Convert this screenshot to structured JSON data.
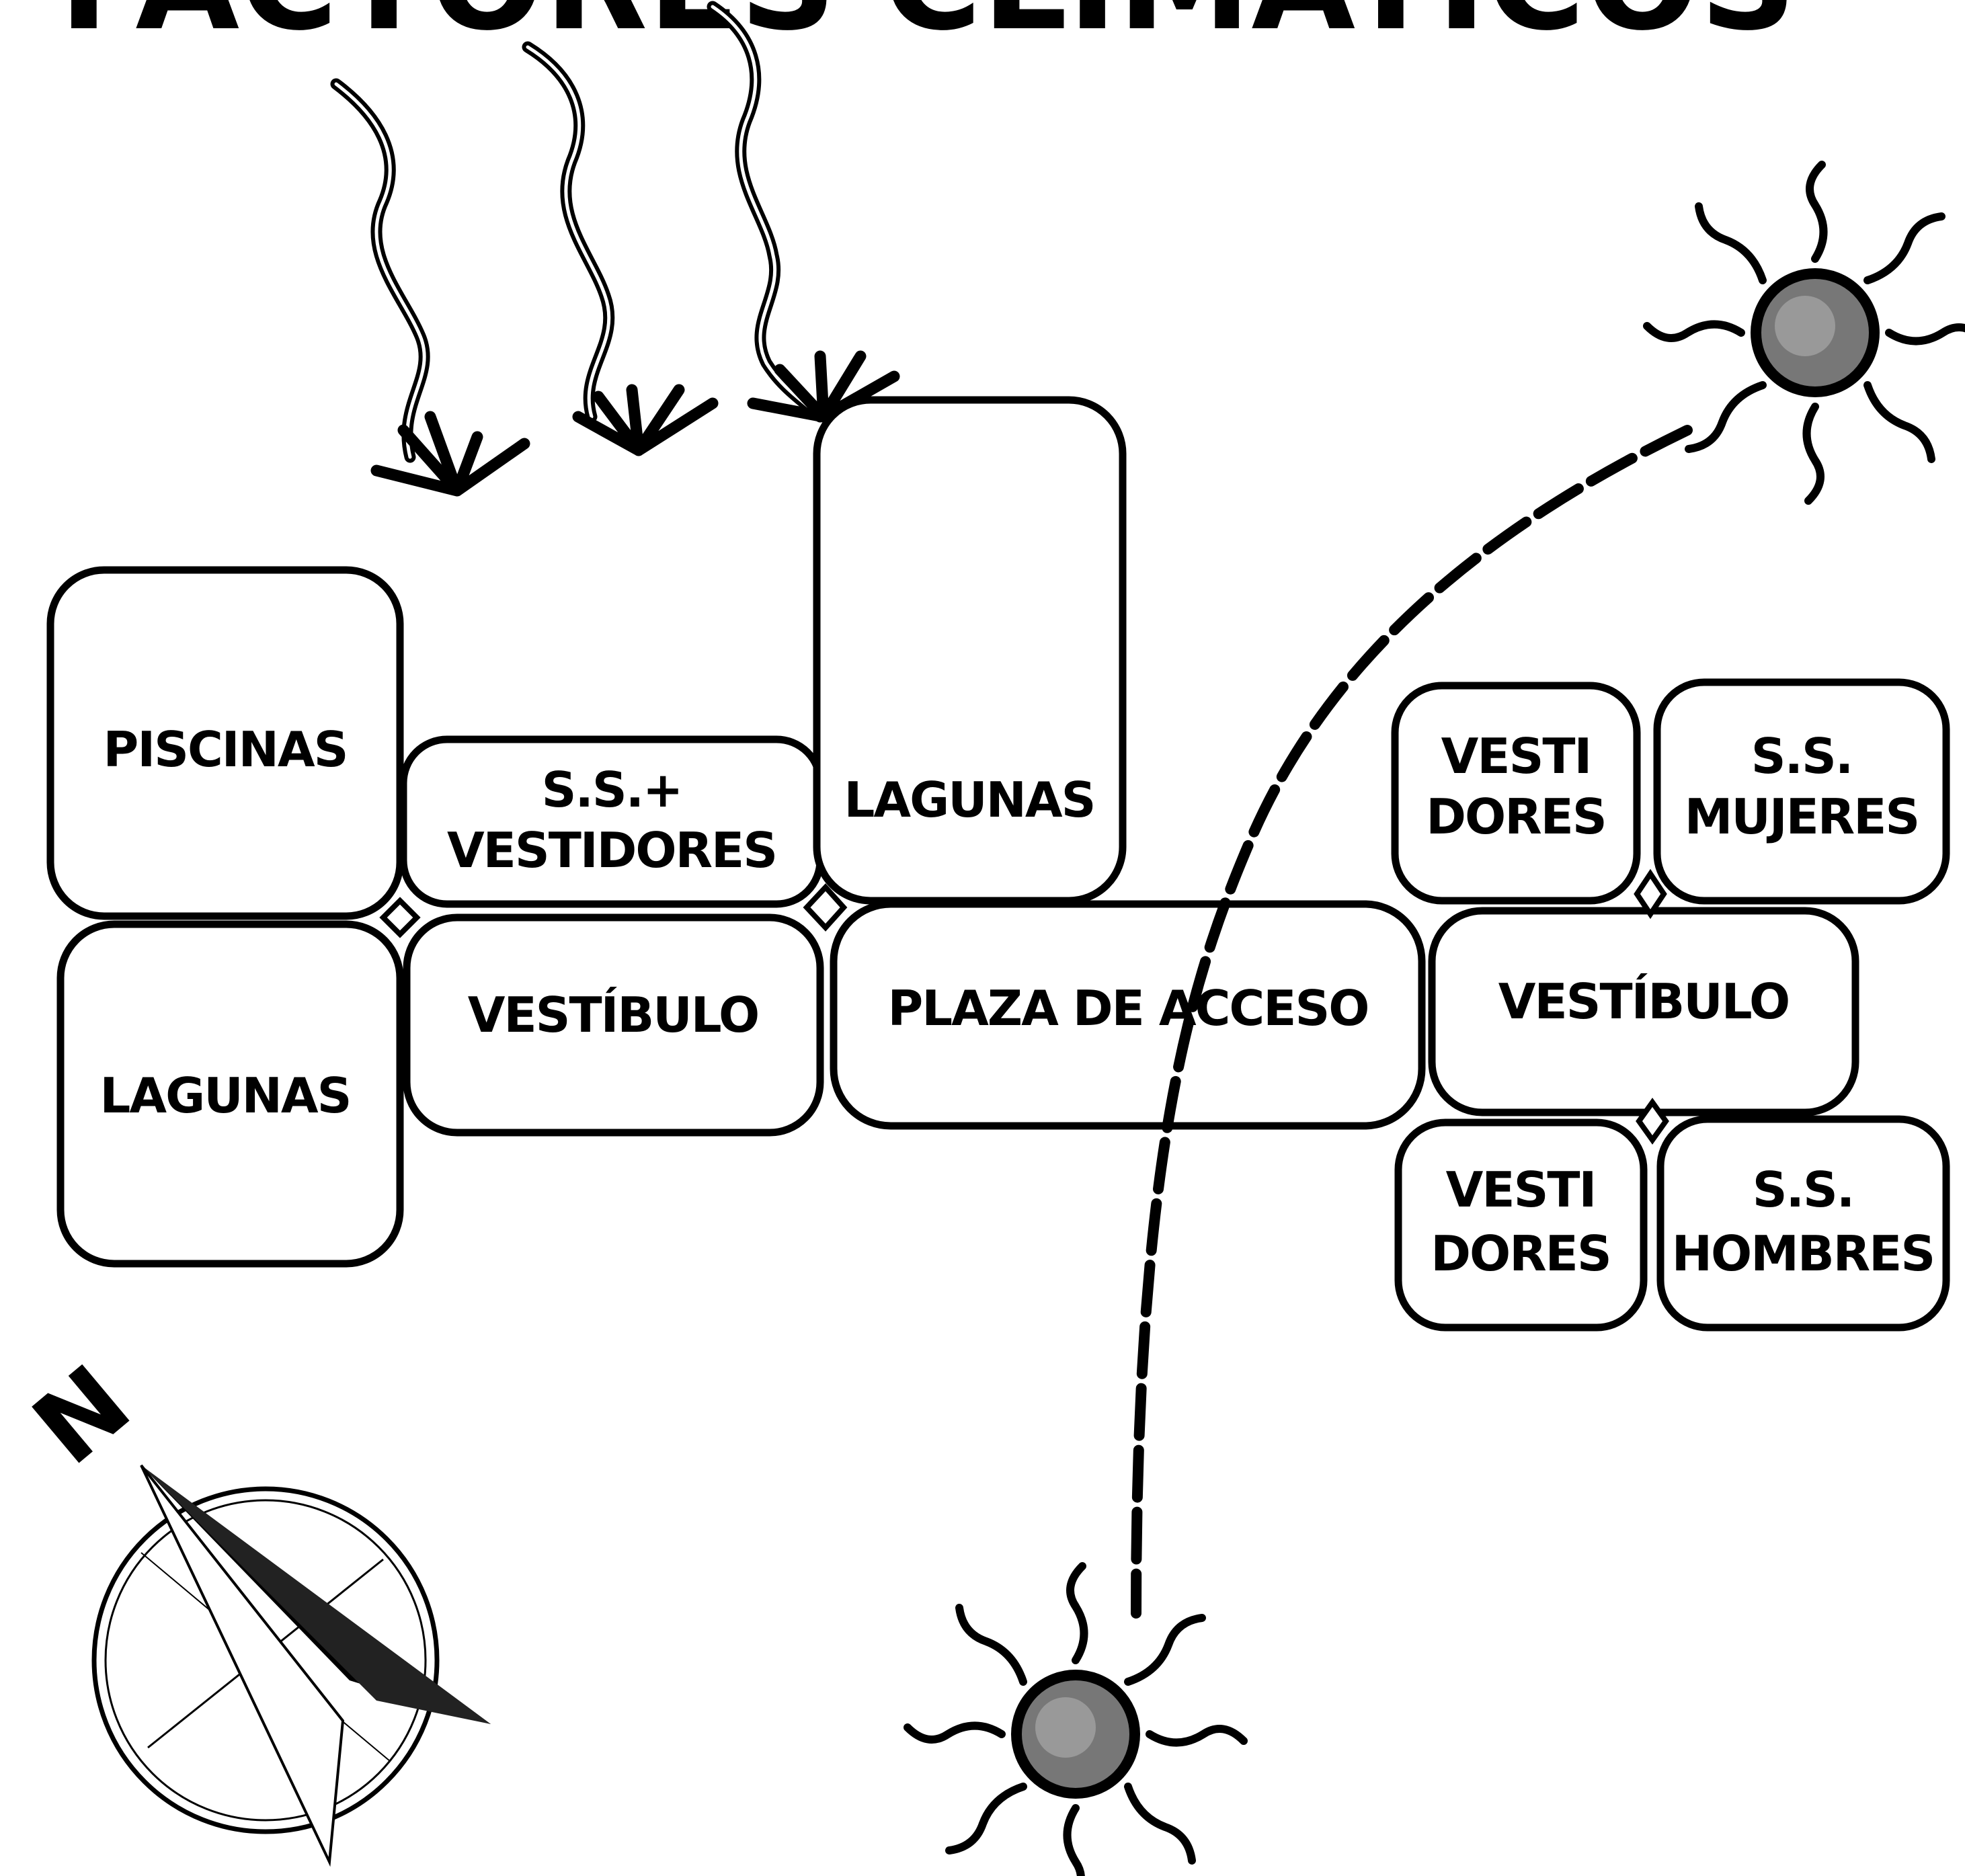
{
  "title": "FACTORES CLIMATICOS",
  "rooms": {
    "piscinas": "PISCINAS",
    "ss_vestidores_l1": "S.S.+",
    "ss_vestidores_l2": "VESTIDORES",
    "lagunas_top": "LAGUNAS",
    "lagunas_left": "LAGUNAS",
    "vestibulo_left": "VESTÍBULO",
    "plaza_acceso": "PLAZA DE ACCESO",
    "vestibulo_right": "VESTÍBULO",
    "vestidores_upper_l1": "VESTI",
    "vestidores_upper_l2": "DORES",
    "ss_mujeres_l1": "S.S.",
    "ss_mujeres_l2": "MUJERES",
    "vestidores_lower_l1": "VESTI",
    "vestidores_lower_l2": "DORES",
    "ss_hombres_l1": "S.S.",
    "ss_hombres_l2": "HOMBRES"
  },
  "compass": {
    "north_label": "N"
  },
  "icons": [
    "wind-arrow-icon",
    "sun-icon",
    "compass-icon"
  ]
}
